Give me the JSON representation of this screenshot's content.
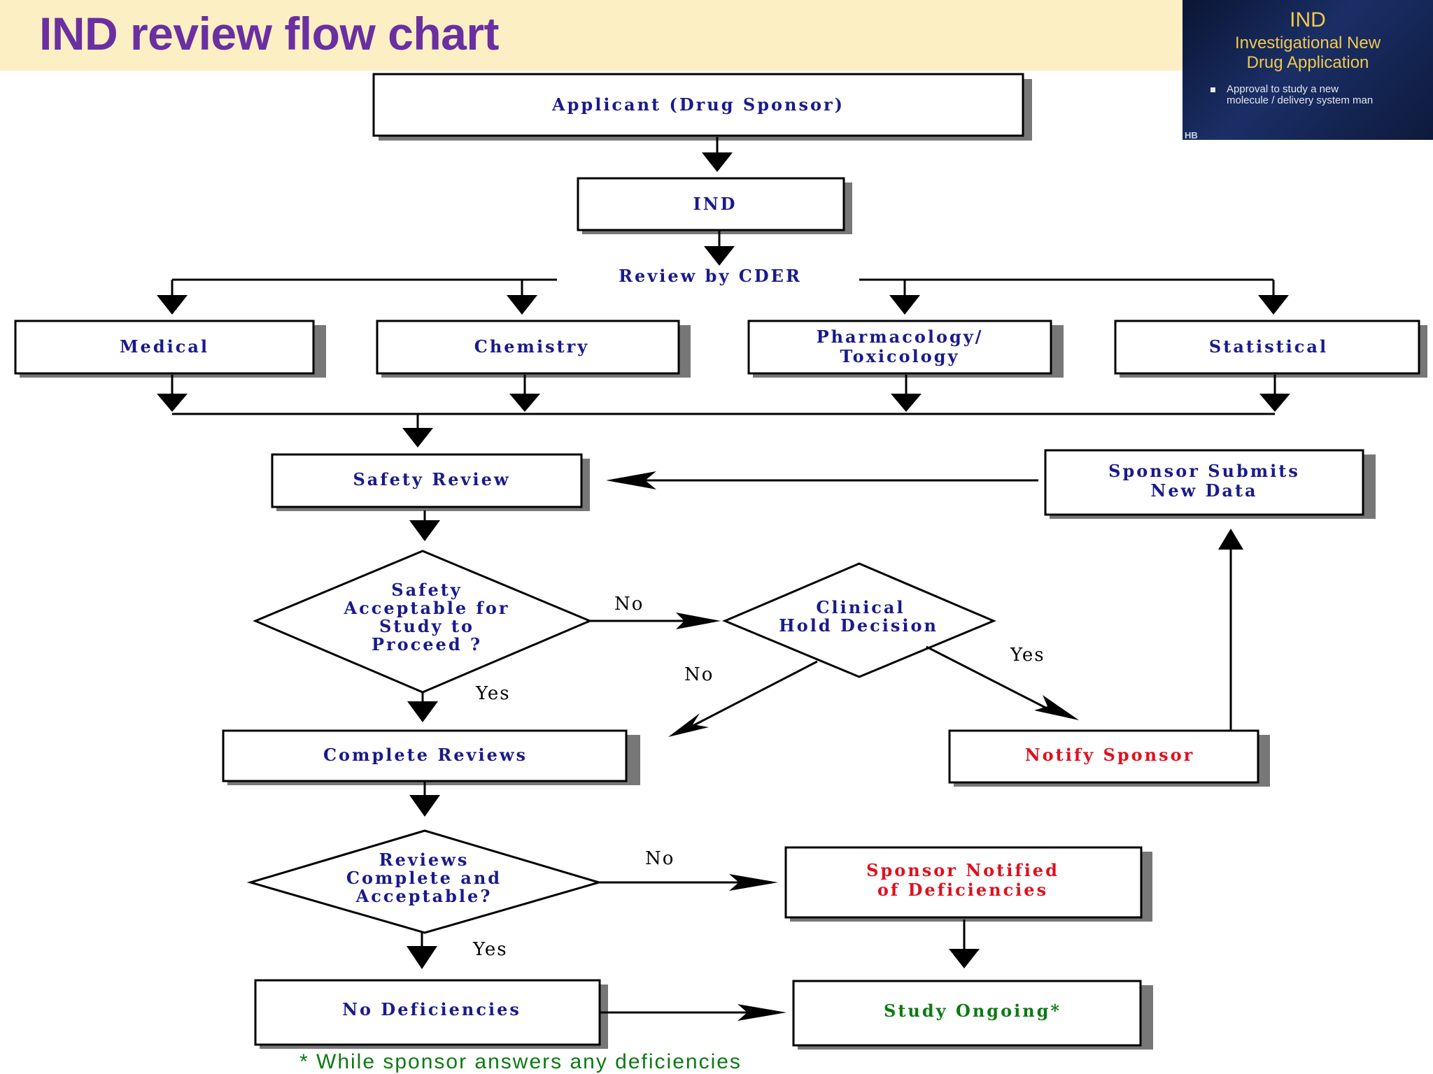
{
  "title": "IND review flow chart",
  "thumbnail": {
    "heading": "IND",
    "subheading_1": "Investigational New",
    "subheading_2": "Drug Application",
    "bullet_1": "Approval to study a new",
    "bullet_2": "molecule / delivery system     man",
    "logo": "HB"
  },
  "flow": {
    "applicant": "Applicant (Drug Sponsor)",
    "ind": "IND",
    "review_by": "Review by CDER",
    "medical": "Medical",
    "chemistry": "Chemistry",
    "pharm_1": "Pharmacology/",
    "pharm_2": "Toxicology",
    "statistical": "Statistical",
    "safety_review": "Safety Review",
    "sponsor_submits_1": "Sponsor Submits",
    "sponsor_submits_2": "New Data",
    "safety_q_1": "Safety",
    "safety_q_2": "Acceptable for",
    "safety_q_3": "Study to",
    "safety_q_4": "Proceed ?",
    "clinical_hold_1": "Clinical",
    "clinical_hold_2": "Hold Decision",
    "notify_sponsor": "Notify Sponsor",
    "complete_reviews": "Complete Reviews",
    "reviews_q_1": "Reviews",
    "reviews_q_2": "Complete and",
    "reviews_q_3": "Acceptable?",
    "sponsor_notified_1": "Sponsor Notified",
    "sponsor_notified_2": "of Deficiencies",
    "no_deficiencies": "No Deficiencies",
    "study_ongoing": "Study Ongoing*",
    "footnote": "* While sponsor answers any deficiencies",
    "no": "No",
    "yes": "Yes"
  },
  "colors": {
    "title": "#6a2fa0",
    "banner": "#fcefc4",
    "flow_text": "#1a1a8c",
    "alert_text": "#e0101e",
    "ok_text": "#0b7a12"
  }
}
